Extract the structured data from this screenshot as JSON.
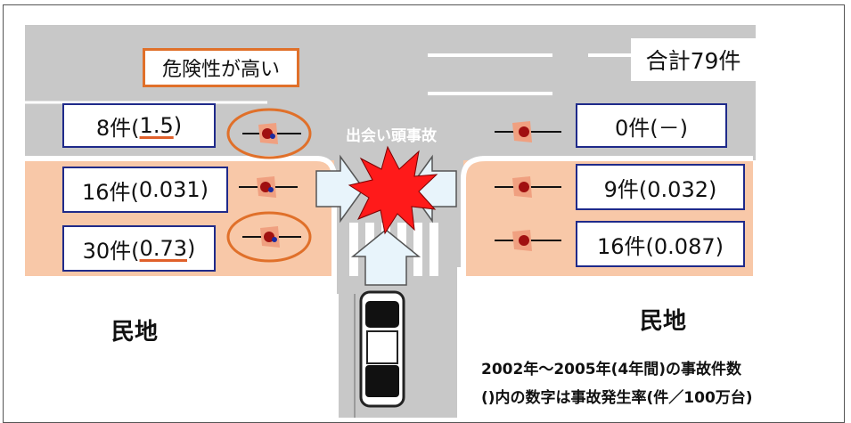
{
  "total": "合計79件",
  "danger_label": "危険性が高い",
  "collision_label": "出会い頭事故",
  "left_boxes": [
    {
      "count": "8件(",
      "rate": "1.5",
      "close": ")",
      "underline": true
    },
    {
      "count": "16件(",
      "rate": "0.031",
      "close": ")",
      "underline": false
    },
    {
      "count": "30件(",
      "rate": "0.73",
      "close": ")",
      "underline": true
    }
  ],
  "right_boxes": [
    {
      "text": "0件(－)"
    },
    {
      "text": "9件(0.032)"
    },
    {
      "text": "16件(0.087)"
    }
  ],
  "land_left": "民地",
  "land_right": "民地",
  "note_line1": "2002年～2005年(4年間)の事故件数",
  "note_line2": "()内の数字は事故発生率(件／100万台)",
  "colors": {
    "road": "#c8c8c8",
    "land": "#f8c8a8",
    "accent": "#e0702a",
    "box_border": "#1f2a8a",
    "crash": "#ff1a1a"
  }
}
